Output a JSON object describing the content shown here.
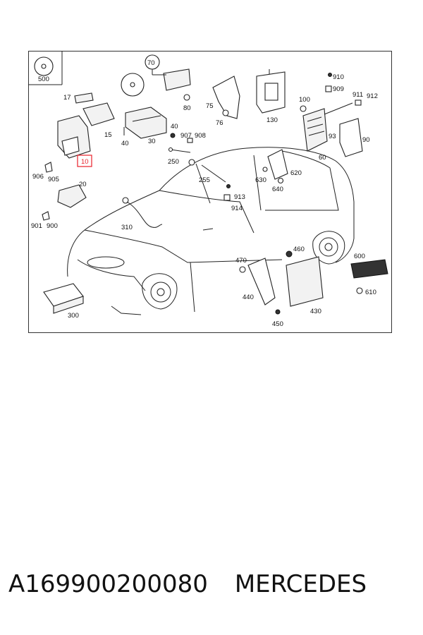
{
  "diagram": {
    "callouts": {
      "c500": "500",
      "c70": "70",
      "c80": "80",
      "c17": "17",
      "c15": "15",
      "c40a": "40",
      "c40b": "40",
      "c30": "30",
      "c907": "907",
      "c908": "908",
      "c10": "10",
      "c906": "906",
      "c905": "905",
      "c20": "20",
      "c901": "901",
      "c900": "900",
      "c75": "75",
      "c76": "76",
      "c130": "130",
      "c910": "910",
      "c909": "909",
      "c100": "100",
      "c911": "911",
      "c912": "912",
      "c93": "93",
      "c90": "90",
      "c60": "60",
      "c250": "250",
      "c255": "255",
      "c620": "620",
      "c630": "630",
      "c640": "640",
      "c913": "913",
      "c914": "914",
      "c310": "310",
      "c470": "470",
      "c460": "460",
      "c600": "600",
      "c440": "440",
      "c610": "610",
      "c430": "430",
      "c450": "450",
      "c300": "300"
    },
    "highlight_color": "#e8202a"
  },
  "footer": {
    "part_number": "A169900200080",
    "brand": "MERCEDES"
  }
}
